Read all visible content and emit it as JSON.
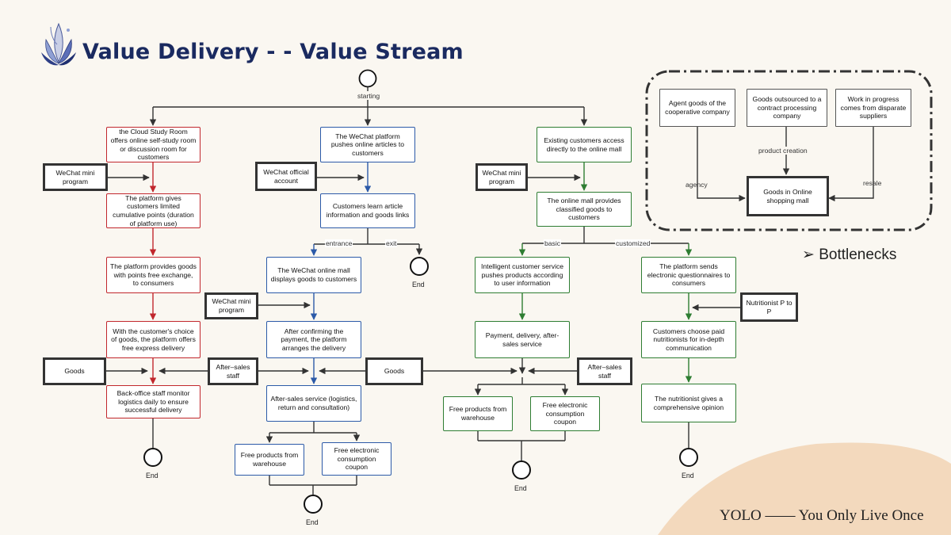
{
  "slide": {
    "title": "Value Delivery - - Value Stream",
    "bullet": "Bottlenecks",
    "footer": "YOLO —— You Only Live Once",
    "colors": {
      "red": "#c1272d",
      "blue": "#2c5aa8",
      "green": "#2e7d32",
      "title": "#1a2a60"
    }
  },
  "start": {
    "label": "starting"
  },
  "end_label": "End",
  "red_flow": {
    "study_room": "the Cloud Study Room offers online self-study room or discussion room for customers",
    "limited_points": "The platform gives customers limited cumulative points (duration of platform use)",
    "points_exchange": "The platform provides goods with points free exchange, to consumers",
    "free_delivery": "With the customer's choice of goods, the platform offers free express delivery",
    "monitor": "Back-office staff monitor logistics daily to ensure successful delivery"
  },
  "blue_flow": {
    "push_articles": "The WeChat platform pushes online articles to customers",
    "learn_info": "Customers learn article information and goods links",
    "online_mall": "The WeChat online mall displays goods to customers",
    "arrange_delivery": "After confirming the payment, the platform arranges the delivery",
    "after_sales_service": "After-sales service (logistics, return and consultation)",
    "free_products": "Free products from warehouse",
    "coupon": "Free electronic consumption coupon",
    "entrance": "entrance",
    "exit": "exit"
  },
  "green_flow": {
    "access_mall": "Existing customers access directly to the online mall",
    "classified": "The online mall provides classified goods to customers",
    "basic": "basic",
    "customized": "customized",
    "intelligent": "Intelligent customer service pushes products according to user information",
    "payment": "Payment, delivery, after-sales service",
    "free_products": "Free products from warehouse",
    "coupon": "Free electronic consumption coupon",
    "questionnaires": "The platform sends electronic questionnaires to consumers",
    "paid_nutritionists": "Customers choose paid nutritionists for in-depth communication",
    "opinion": "The nutritionist gives a comprehensive opinion"
  },
  "inputs": {
    "wechat_mini_1": "WeChat mini program",
    "wechat_official": "WeChat official account",
    "wechat_mini_2": "WeChat mini program",
    "wechat_mini_3": "WeChat mini program",
    "goods_1": "Goods",
    "after_sales_1": "After–sales staff",
    "goods_2": "Goods",
    "after_sales_2": "After–sales staff",
    "nutritionist": "Nutritionist P to P"
  },
  "supply": {
    "agent_goods": "Agent goods of the cooperative company",
    "outsourced": "Goods outsourced to a contract processing company",
    "work_in_progress": "Work in progress comes from disparate suppliers",
    "online_mall": "Goods in Online shopping mall",
    "agency": "agency",
    "product_creation": "product creation",
    "resale": "resale"
  }
}
